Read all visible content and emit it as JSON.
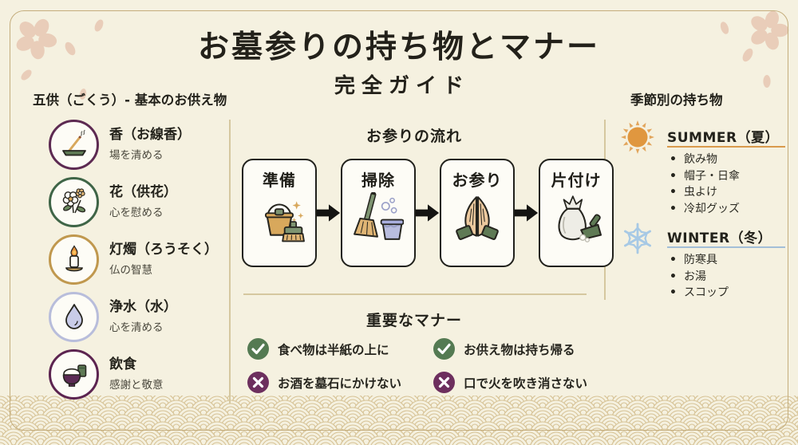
{
  "title": "お墓参りの持ち物とマナー",
  "subtitle": "完全ガイド",
  "left_panel": {
    "header": "五供（ごくう）- 基本のお供え物",
    "items": [
      {
        "name": "香（お線香）",
        "desc": "場を清める",
        "icon": "incense-icon",
        "ring_color": "#5d2a52"
      },
      {
        "name": "花（供花）",
        "desc": "心を慰める",
        "icon": "flower-icon",
        "ring_color": "#3f6547"
      },
      {
        "name": "灯燭（ろうそく）",
        "desc": "仏の智慧",
        "icon": "candle-icon",
        "ring_color": "#c0984e"
      },
      {
        "name": "浄水（水）",
        "desc": "心を清める",
        "icon": "water-drop-icon",
        "ring_color": "#b8bddb"
      },
      {
        "name": "飲食",
        "desc": "感謝と敬意",
        "icon": "food-icon",
        "ring_color": "#5c2450"
      }
    ]
  },
  "flow": {
    "header": "お参りの流れ",
    "steps": [
      {
        "label": "準備",
        "icon": "bucket-broom-icon"
      },
      {
        "label": "掃除",
        "icon": "cleaning-icon"
      },
      {
        "label": "お参り",
        "icon": "praying-hands-icon"
      },
      {
        "label": "片付け",
        "icon": "trash-bag-icon"
      }
    ]
  },
  "manners": {
    "header": "重要なマナー",
    "items": [
      {
        "type": "do",
        "text": "食べ物は半紙の上に"
      },
      {
        "type": "do",
        "text": "お供え物は持ち帰る"
      },
      {
        "type": "dont",
        "text": "お酒を墓石にかけない"
      },
      {
        "type": "dont",
        "text": "口で火を吹き消さない"
      }
    ]
  },
  "right_panel": {
    "header": "季節別の持ち物",
    "seasons": [
      {
        "label": "SUMMER（夏）",
        "icon": "sun-icon",
        "accent": "#d99a4c",
        "items": [
          "飲み物",
          "帽子・日傘",
          "虫よけ",
          "冷却グッズ"
        ]
      },
      {
        "label": "WINTER（冬）",
        "icon": "snowflake-icon",
        "accent": "#a3bfd8",
        "items": [
          "防寒具",
          "お湯",
          "スコップ"
        ]
      }
    ]
  },
  "colors": {
    "background": "#f5f1e0",
    "frame": "#c4ad7c",
    "do_green": "#547a52",
    "dont_purple": "#6d2f5e",
    "sun_orange": "#e0973f",
    "snow_blue": "#a7c9e5",
    "sakura_pink": "#e9cdb9",
    "wave_tan": "#d6c295"
  }
}
